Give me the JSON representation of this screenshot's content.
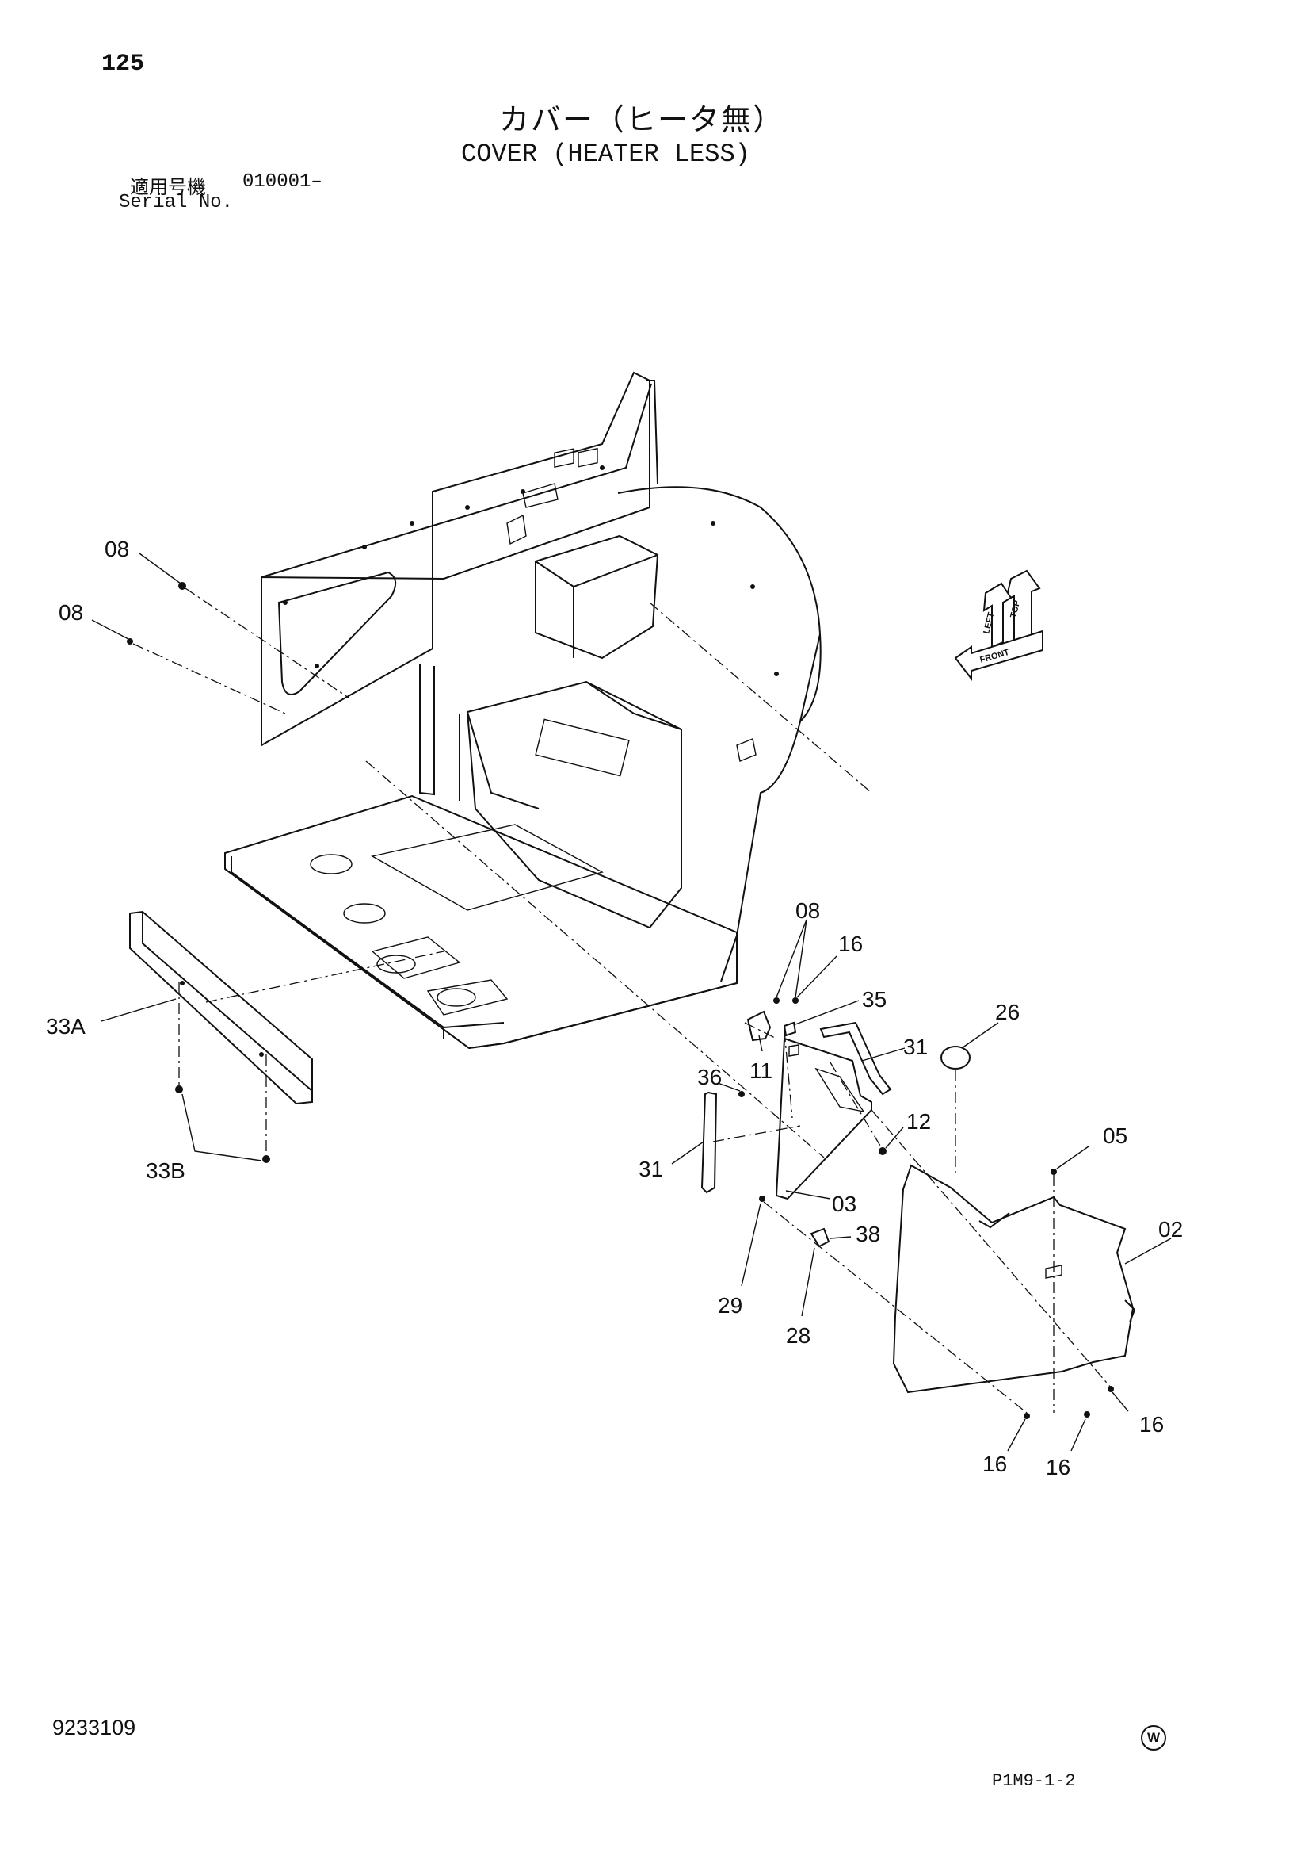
{
  "header": {
    "page_number": "125",
    "title_jp": "カバー（ヒータ無）",
    "title_en": "COVER (HEATER LESS)",
    "serial_label_jp": "適用号機",
    "serial_value": "010001–",
    "serial_label_en": "Serial No."
  },
  "diagram": {
    "orientation_indicator": {
      "labels": [
        "TOP",
        "LEFT",
        "FRONT"
      ]
    },
    "callouts": [
      "08",
      "08",
      "33A",
      "33B",
      "08",
      "16",
      "35",
      "26",
      "11",
      "31",
      "36",
      "12",
      "31",
      "05",
      "03",
      "38",
      "02",
      "29",
      "28",
      "16",
      "16",
      "16"
    ]
  },
  "footer": {
    "doc_number": "9233109",
    "mark": "W",
    "page_code": "P1M9-1-2"
  }
}
